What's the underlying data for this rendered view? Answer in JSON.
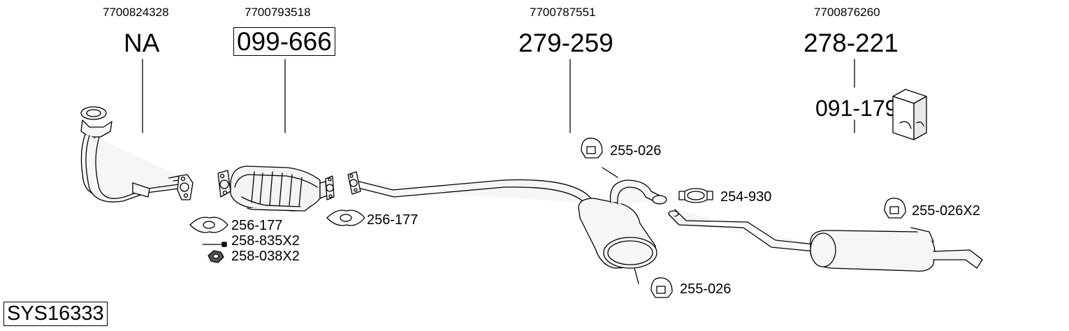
{
  "oem_numbers": [
    "7700824328",
    "7700793518",
    "7700787551",
    "7700876260"
  ],
  "part_numbers": [
    "NA",
    "099-666",
    "279-259",
    "278-221"
  ],
  "mount_kit": "091-179",
  "labels": {
    "gasket_1": "256-177",
    "bolt_1": "258-835X2",
    "nut_1": "258-038X2",
    "gasket_2": "256-177",
    "hanger_top": "255-026",
    "clamp": "254-930",
    "hanger_bottom": "255-026",
    "hanger_rear": "255-026X2"
  },
  "system_code": "SYS16333"
}
